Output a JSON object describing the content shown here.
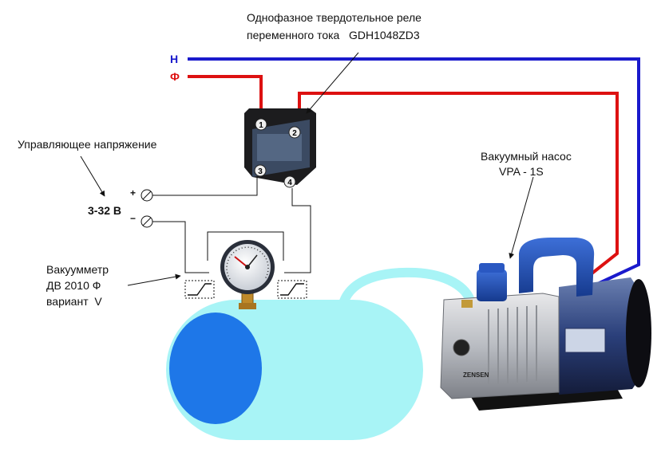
{
  "phases": {
    "neutral_label": "Н",
    "phase_label": "Ф",
    "neutral_color": "#1a1acc",
    "phase_color": "#dd1111"
  },
  "relay": {
    "title_line1": "Однофазное твердотельное реле",
    "title_line2": "переменного тока   GDH1048ZD3",
    "terminals": [
      "1",
      "2",
      "3",
      "4"
    ]
  },
  "control": {
    "label": "Управляющее напряжение",
    "voltage": "3-32 В",
    "plus": "+",
    "minus": "−"
  },
  "gauge": {
    "label_line1": "Вакуумметр",
    "label_line2": "ДВ 2010 Ф",
    "label_line3": "вариант  V"
  },
  "pump": {
    "label_line1": "Вакуумный насос",
    "label_line2": "VPA - 1S",
    "brand": "ZENSEN"
  },
  "colors": {
    "tank": "#a8f4f6",
    "tank_end": "#1e77e8",
    "pump_blue": "#1e4fb0"
  }
}
